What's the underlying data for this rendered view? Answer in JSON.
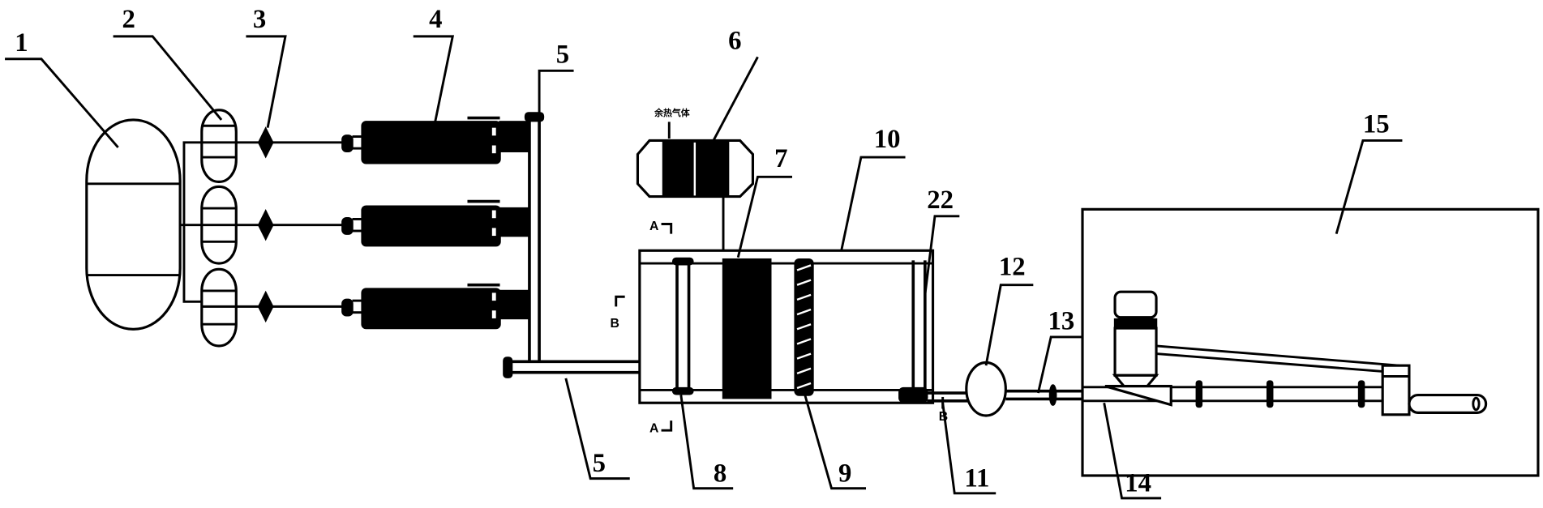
{
  "figure": {
    "callouts": {
      "c1": "1",
      "c2": "2",
      "c3": "3",
      "c4": "4",
      "c5_top": "5",
      "c5_bottom": "5",
      "c6": "6",
      "c7": "7",
      "c8": "8",
      "c9": "9",
      "c10": "10",
      "c11": "11",
      "c12": "12",
      "c13": "13",
      "c14": "14",
      "c15": "15",
      "c22": "22"
    },
    "section_marks": {
      "a_top": "A",
      "a_bottom": "A",
      "b_left": "B",
      "b_right": "B"
    },
    "annotation_6": "余热气体"
  }
}
